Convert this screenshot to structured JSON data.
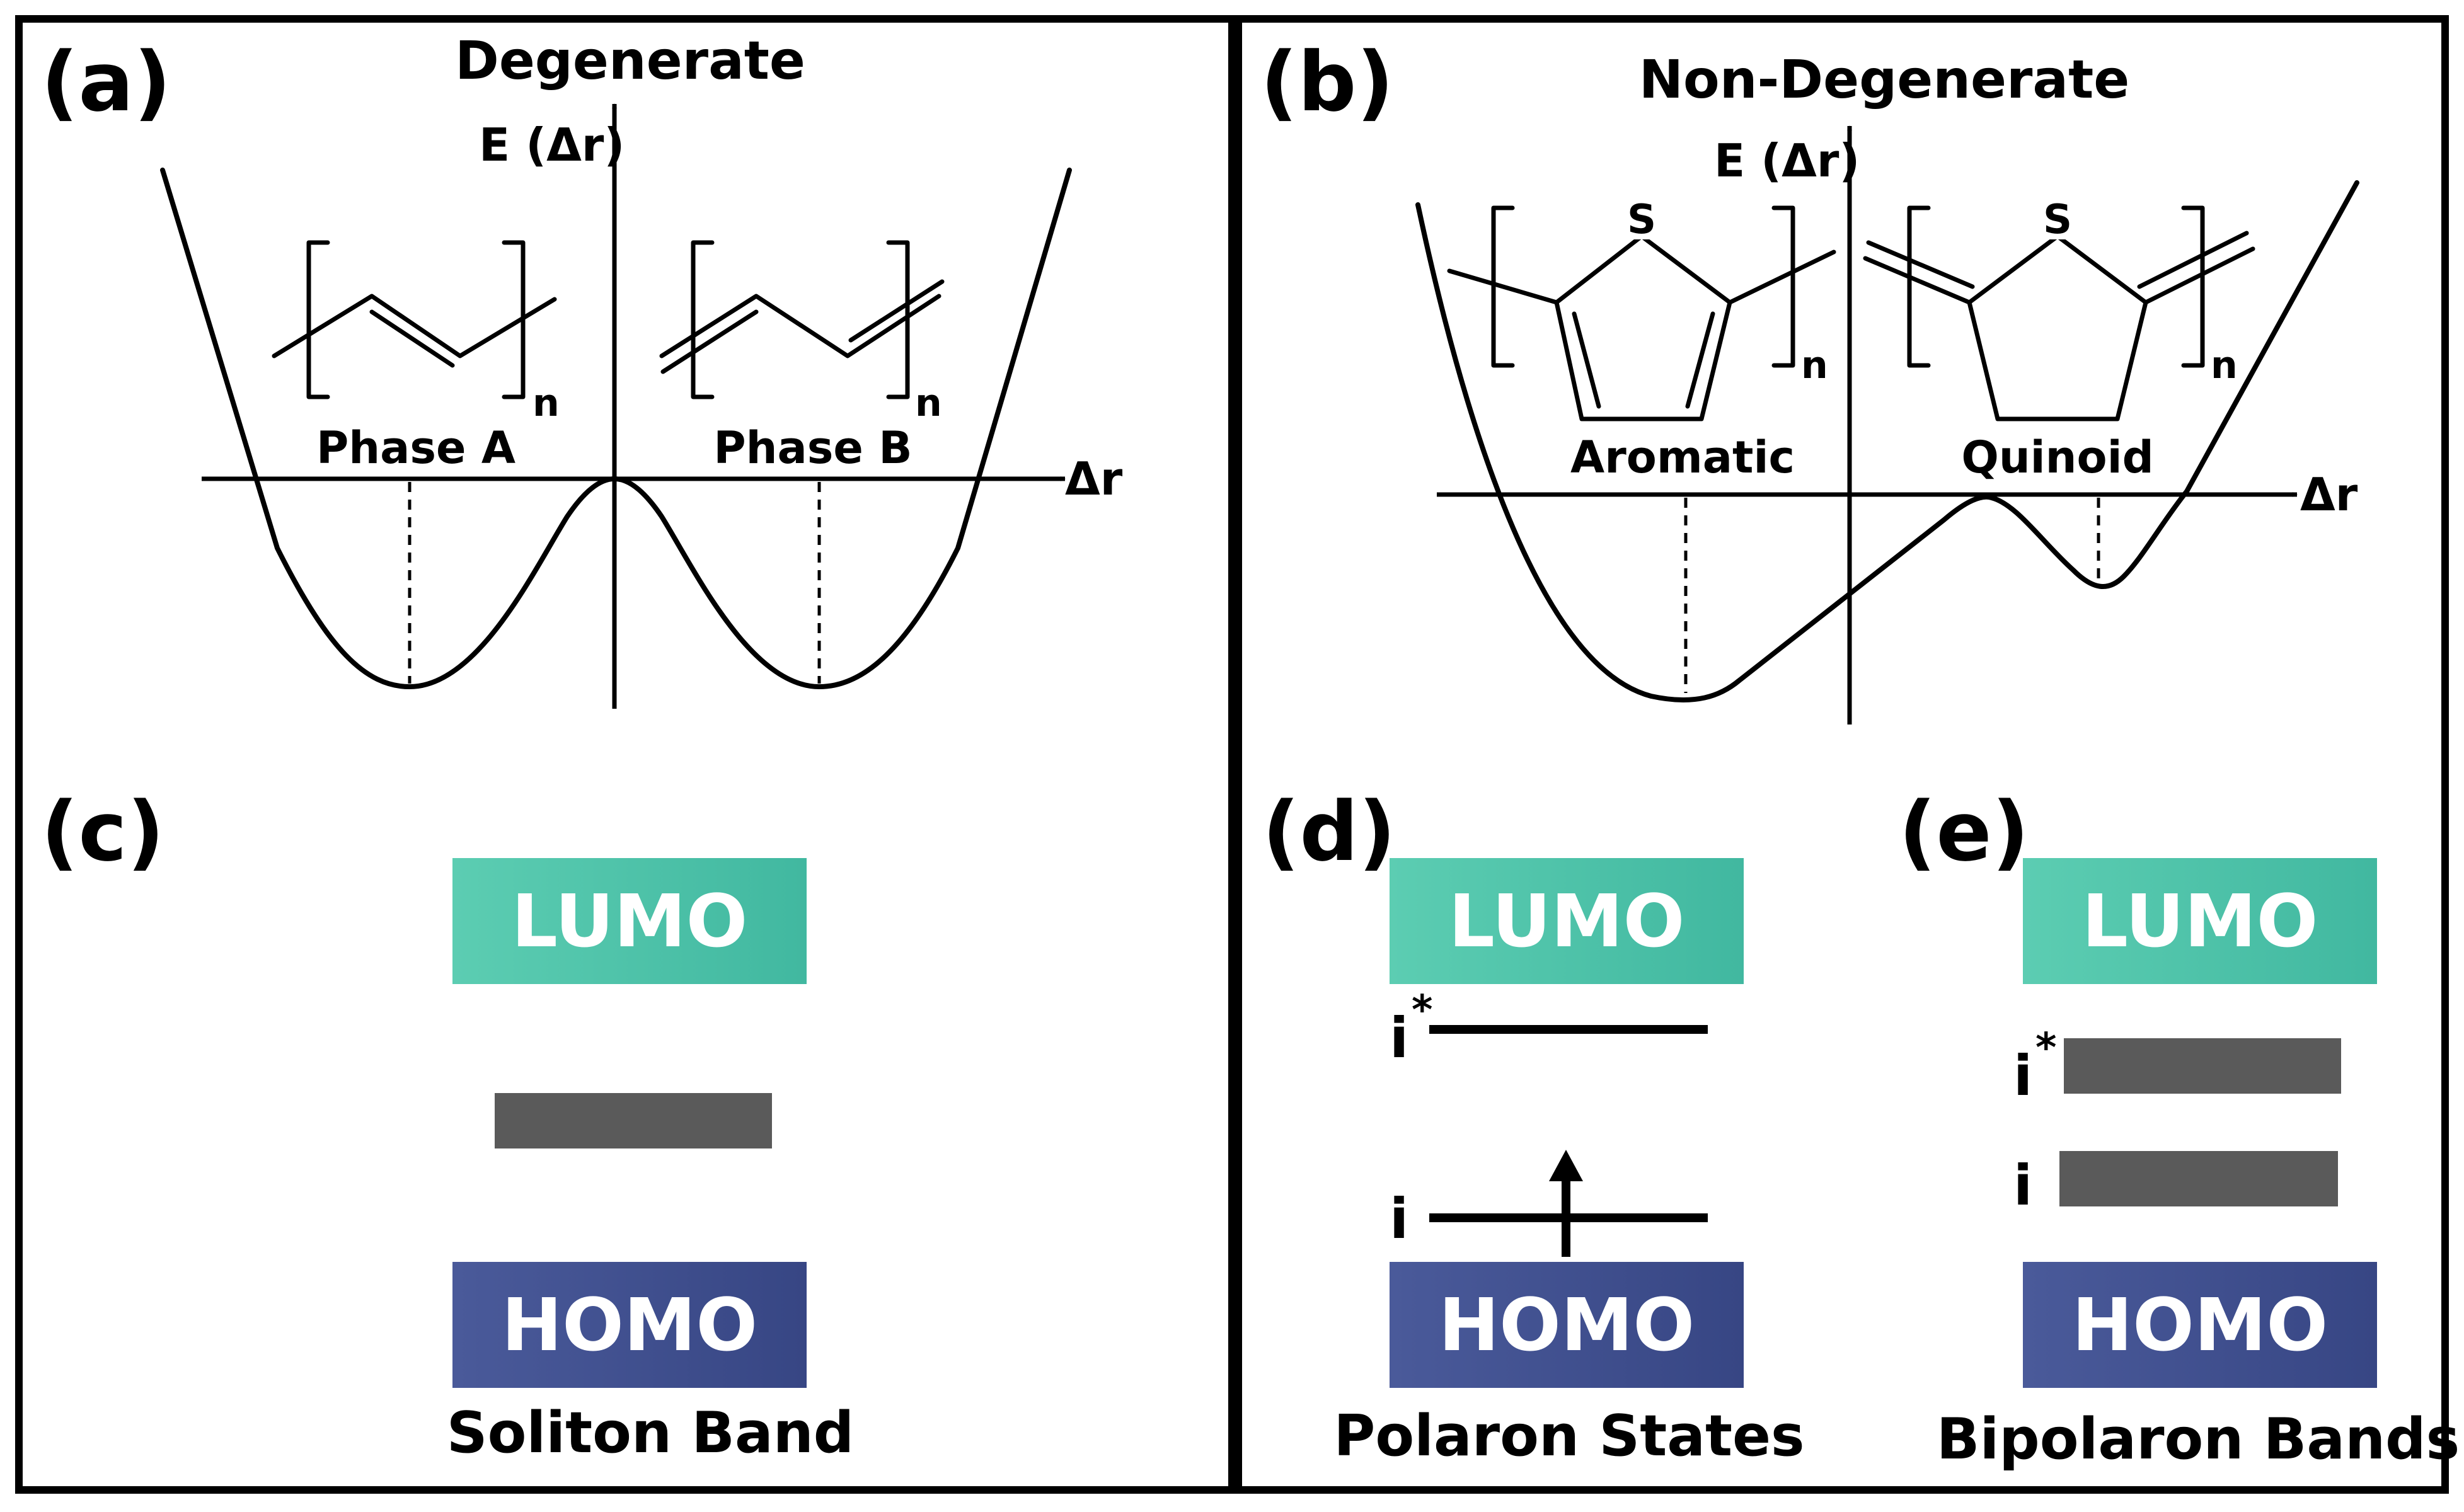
{
  "panels": {
    "a": {
      "letter": "(a)",
      "title": "Degenerate",
      "y_axis": "E (Δr)",
      "x_axis": "Δr",
      "phase_left": "Phase A",
      "phase_right": "Phase B",
      "subscript": "n"
    },
    "b": {
      "letter": "(b)",
      "title": "Non-Degenerate",
      "y_axis": "E (Δr)",
      "x_axis": "Δr",
      "phase_left": "Aromatic",
      "phase_right": "Quinoid",
      "sulfur": "S",
      "subscript": "n"
    },
    "c": {
      "letter": "(c)",
      "lumo": "LUMO",
      "homo": "HOMO",
      "caption": "Soliton Band"
    },
    "d": {
      "letter": "(d)",
      "lumo": "LUMO",
      "homo": "HOMO",
      "upper_state": "i",
      "upper_star": "*",
      "lower_state": "i",
      "caption": "Polaron States"
    },
    "e": {
      "letter": "(e)",
      "lumo": "LUMO",
      "homo": "HOMO",
      "upper_state": "i",
      "upper_star": "*",
      "lower_state": "i",
      "caption": "Bipolaron Bands"
    }
  },
  "colors": {
    "lumo": "#4bbfa6",
    "homo": "#3f4f8e",
    "midgap": "#5a5a5a",
    "frame": "#000000"
  }
}
